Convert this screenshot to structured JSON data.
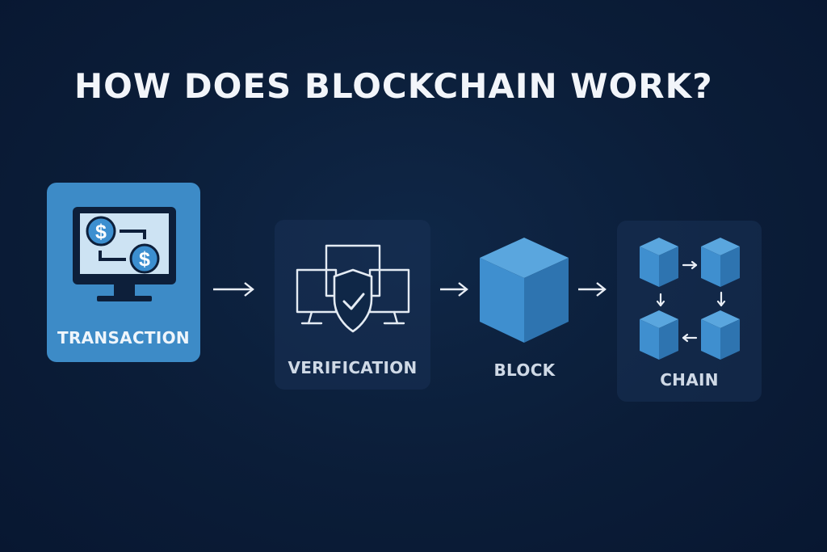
{
  "title": "HOW DOES BLOCKCHAIN WORK?",
  "steps": [
    {
      "label": "TRANSACTION",
      "icon": "monitor-dollar-transfer-icon"
    },
    {
      "label": "VERIFICATION",
      "icon": "monitors-shield-check-icon"
    },
    {
      "label": "BLOCK",
      "icon": "cube-icon"
    },
    {
      "label": "CHAIN",
      "icon": "linked-cubes-icon"
    }
  ],
  "colors": {
    "background": "#0b1d38",
    "accent": "#3d8bc7",
    "cube_front": "#3f8fcf",
    "cube_top": "#5aa6de",
    "cube_side": "#2e74b0",
    "text": "#eef3f9"
  }
}
